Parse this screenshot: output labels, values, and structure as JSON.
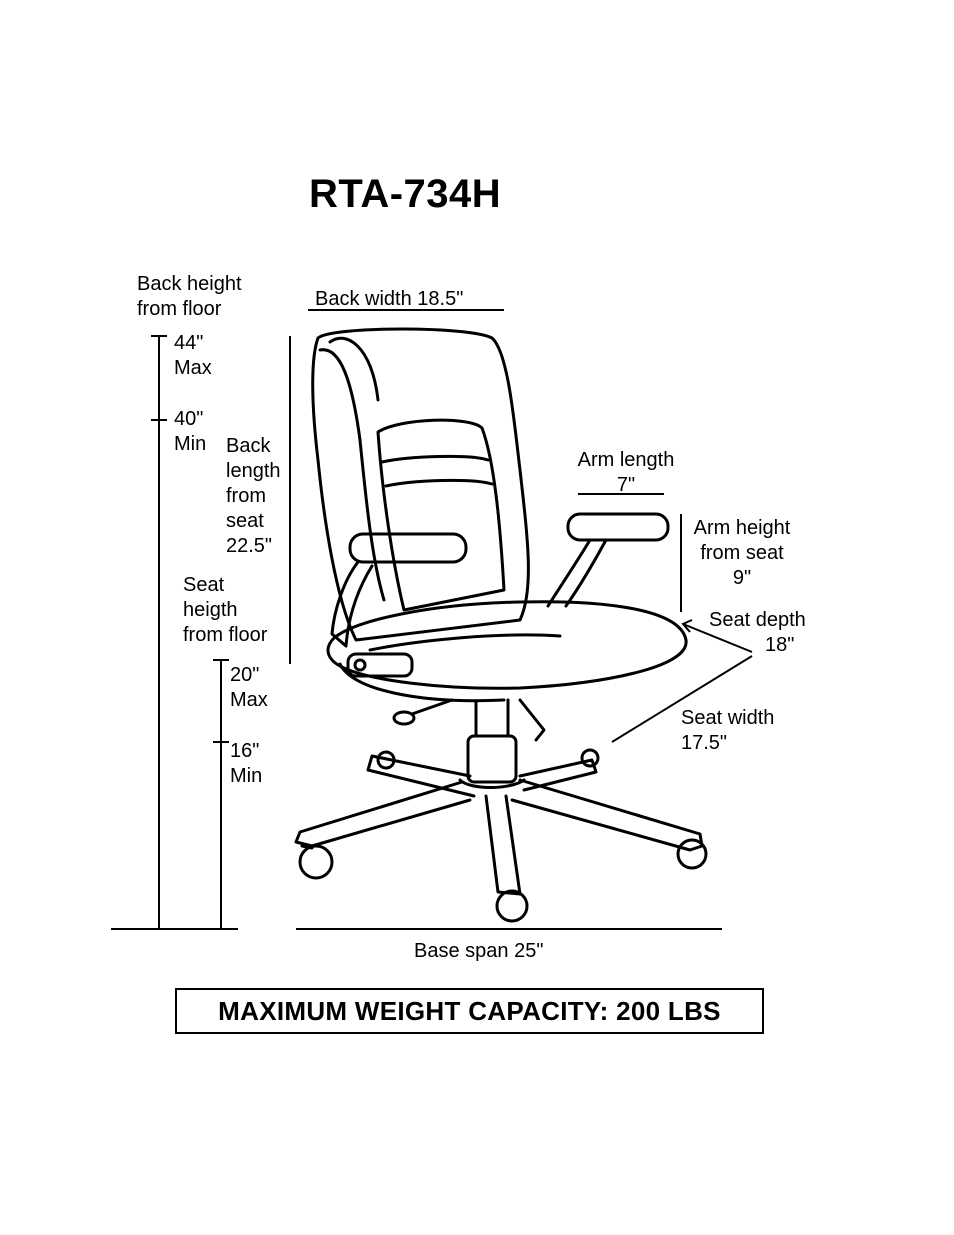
{
  "model": "RTA-734H",
  "labels": {
    "back_height_from_floor": [
      "Back height",
      "from floor"
    ],
    "max_44": [
      "44\"",
      "Max"
    ],
    "min_40": [
      "40\"",
      "Min"
    ],
    "back_width": "Back width 18.5\"",
    "back_length": [
      "Back",
      "length",
      "from",
      "seat",
      "22.5\""
    ],
    "seat_height_from_floor": [
      "Seat",
      "heigth",
      "from floor"
    ],
    "max_20": [
      "20\"",
      "Max"
    ],
    "min_16": [
      "16\"",
      "Min"
    ],
    "arm_length": [
      "Arm length",
      "7\""
    ],
    "arm_height": [
      "Arm height",
      "from seat",
      "9\""
    ],
    "seat_depth": [
      "Seat depth",
      "18\""
    ],
    "seat_width": [
      "Seat width",
      "17.5\""
    ],
    "base_span": "Base span 25\""
  },
  "capacity": "MAXIMUM WEIGHT CAPACITY: 200 LBS"
}
